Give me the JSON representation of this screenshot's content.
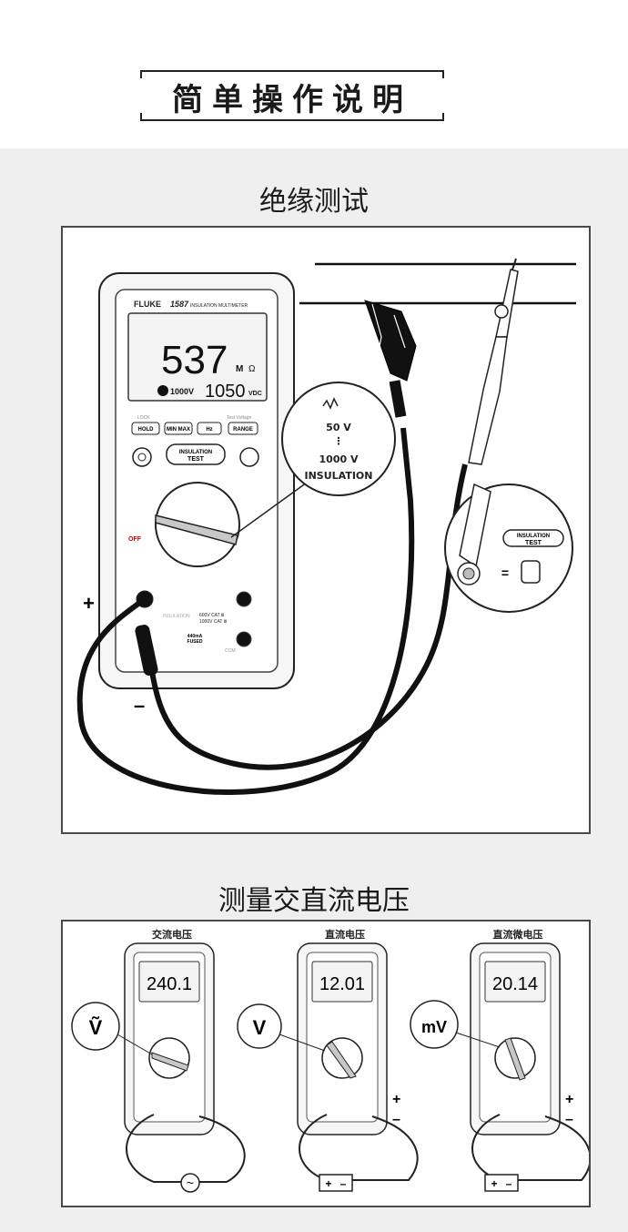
{
  "header": {
    "title": "简单操作说明"
  },
  "insulation": {
    "title": "绝缘测试",
    "meter": {
      "brand": "FLUKE",
      "model": "1587",
      "model_desc": "INSULATION MULTIMETER",
      "reading": "537",
      "reading_unit_prefix": "M",
      "reading_unit": "Ω",
      "test_voltage": "1000V",
      "secondary_reading": "1050",
      "secondary_unit": "VDC",
      "buttons": [
        "HOLD",
        "MIN MAX",
        "Hz",
        "RANGE"
      ],
      "insulation_button_line1": "INSULATION",
      "insulation_button_line2": "TEST",
      "dial_off": "OFF",
      "jack_rating_1": "600V CAT Ⅲ",
      "jack_rating_2": "1000V CAT Ⅲ",
      "fuse_line1": "440mA",
      "fuse_line2": "FUSED",
      "com_label": "COM",
      "insulation_jack_label": "INSULATION",
      "lock_label": "LOCK",
      "test_voltage_label": "Test Voltage"
    },
    "callout": {
      "low": "50 V",
      "high": "1000 V",
      "label": "INSULATION"
    },
    "probe_callout": {
      "line1": "INSULATION",
      "line2": "TEST",
      "equals": "="
    },
    "plus": "+",
    "minus": "–"
  },
  "voltage": {
    "title": "测量交直流电压",
    "panels": [
      {
        "caption": "交流电压",
        "reading": "240.1",
        "unit": "V",
        "dial_symbol": "Ṽ",
        "load": "~"
      },
      {
        "caption": "直流电压",
        "reading": "12.01",
        "unit": "V",
        "dial_symbol": "V",
        "load_plus": "+",
        "load_minus": "–"
      },
      {
        "caption": "直流微电压",
        "reading": "20.14",
        "unit": "mV",
        "dial_symbol": "mV",
        "load_plus": "+",
        "load_minus": "–"
      }
    ],
    "lead_plus": "+",
    "lead_minus": "–"
  }
}
